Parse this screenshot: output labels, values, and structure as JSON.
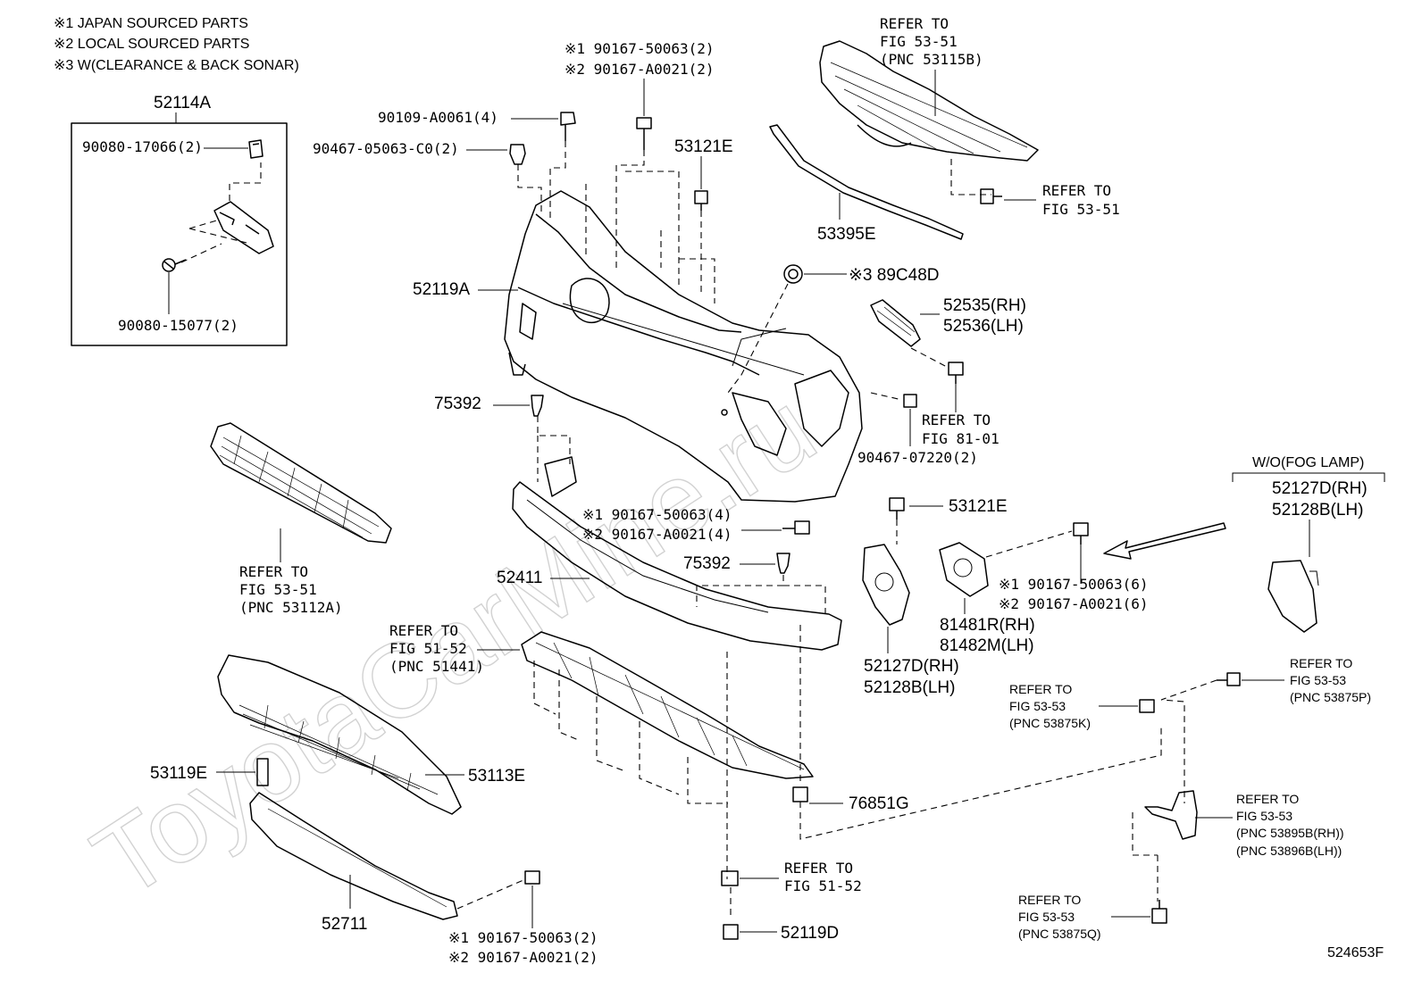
{
  "watermark": "ToyotaCarMine.ru",
  "legend": {
    "note1": "※1 JAPAN SOURCED PARTS",
    "note2": "※2 LOCAL SOURCED PARTS",
    "note3": "※3 W(CLEARANCE & BACK SONAR)"
  },
  "inset": {
    "title": "52114A",
    "part_a": "90080-17066(2)",
    "part_b": "90080-15077(2)"
  },
  "labels": {
    "l_90109": "90109-A0061(4)",
    "l_90467_05063": "90467-05063-C0(2)",
    "l_top_fast_1": "※1 90167-50063(2)",
    "l_top_fast_2": "※2 90167-A0021(2)",
    "l_53121e_top": "53121E",
    "l_52119a": "52119A",
    "l_refer_5351_a1": "REFER TO",
    "l_refer_5351_a2": "FIG 53-51",
    "l_refer_5351_a3": "(PNC 53115B)",
    "l_refer_5351_b1": "REFER TO",
    "l_refer_5351_b2": "FIG 53-51",
    "l_53395e": "53395E",
    "l_89c48d": "※3 89C48D",
    "l_52535": "52535(RH)",
    "l_52536": "52536(LH)",
    "l_refer_8101_1": "REFER TO",
    "l_refer_8101_2": "FIG 81-01",
    "l_90467_07220": "90467-07220(2)",
    "l_75392_a": "75392",
    "l_refer_grille_1": "REFER TO",
    "l_refer_grille_2": "FIG 53-51",
    "l_refer_grille_3": "(PNC 53112A)",
    "l_mid_fast_1": "※1 90167-50063(4)",
    "l_mid_fast_2": "※2 90167-A0021(4)",
    "l_53121e_mid": "53121E",
    "l_75392_b": "75392",
    "l_52411": "52411",
    "l_wo_fog": "W/O(FOG LAMP)",
    "l_52127d_rh_top": "52127D(RH)",
    "l_52128b_lh_top": "52128B(LH)",
    "l_right_fast_1": "※1 90167-50063(6)",
    "l_right_fast_2": "※2 90167-A0021(6)",
    "l_81481r": "81481R(RH)",
    "l_81482m": "81482M(LH)",
    "l_52127d_rh": "52127D(RH)",
    "l_52128b_lh": "52128B(LH)",
    "l_refer_5152_a1": "REFER TO",
    "l_refer_5152_a2": "FIG 51-52",
    "l_refer_5152_a3": "(PNC 51441)",
    "l_refer_5353_p1": "REFER TO",
    "l_refer_5353_p2": "FIG 53-53",
    "l_refer_5353_p3": "(PNC 53875P)",
    "l_refer_5353_k1": "REFER TO",
    "l_refer_5353_k2": "FIG 53-53",
    "l_refer_5353_k3": "(PNC 53875K)",
    "l_53119e": "53119E",
    "l_53113e": "53113E",
    "l_76851g": "76851G",
    "l_refer_5353_b1": "REFER TO",
    "l_refer_5353_b2": "FIG 53-53",
    "l_refer_5353_b3": "(PNC 53895B(RH))",
    "l_refer_5353_b4": "(PNC 53896B(LH))",
    "l_refer_5152_b1": "REFER TO",
    "l_refer_5152_b2": "FIG 51-52",
    "l_52711": "52711",
    "l_bot_fast_1": "※1 90167-50063(2)",
    "l_bot_fast_2": "※2 90167-A0021(2)",
    "l_52119d": "52119D",
    "l_refer_5353_q1": "REFER TO",
    "l_refer_5353_q2": "FIG 53-53",
    "l_refer_5353_q3": "(PNC 53875Q)",
    "l_figure_no": "524653F"
  }
}
